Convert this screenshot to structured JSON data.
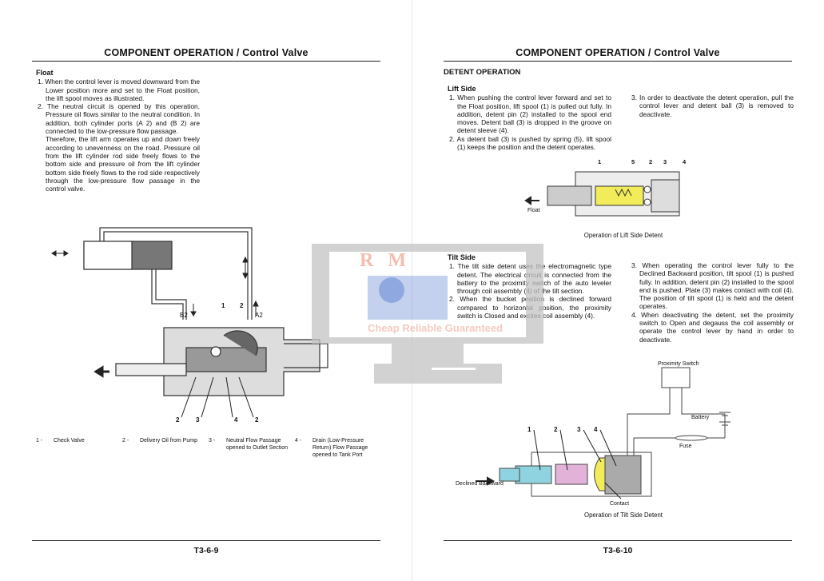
{
  "left_page": {
    "header": "COMPONENT OPERATION / Control Valve",
    "section": "Float",
    "items": [
      "1. When the control lever is moved downward from the Lower position more and set to the Float position, the lift spool moves as illustrated.",
      "2. The neutral circuit is opened by this operation. Pressure oil flows similar to the neutral condition. In addition, both cylinder ports (A 2) and (B 2) are connected to the low-pressure flow passage."
    ],
    "continuation": "Therefore, the lift arm operates up and down freely according to unevenness on the road. Pressure oil from the lift cylinder rod side freely flows to the bottom side and pressure oil from the lift cylinder bottom side freely flows to the rod side respectively through the low-pressure flow passage in the control valve.",
    "diagram_labels": {
      "b2": "B2",
      "a2": "A2",
      "l1": "1",
      "l2": "2",
      "b_2a": "2",
      "b_3": "3",
      "b_4": "4",
      "b_2b": "2"
    },
    "legend": [
      {
        "num": "1 -",
        "text": "Check Valve"
      },
      {
        "num": "2 -",
        "text": "Delivery Oil from Pump"
      },
      {
        "num": "3 -",
        "text": "Neutral Flow Passage opened to Outlet Section"
      },
      {
        "num": "4 -",
        "text": "Drain (Low-Pressure Return) Flow Passage opened to Tank Port"
      }
    ],
    "page_number": "T3-6-9"
  },
  "right_page": {
    "header": "COMPONENT OPERATION / Control Valve",
    "section": "DETENT OPERATION",
    "lift": {
      "title": "Lift Side",
      "items": [
        "1. When pushing the control lever forward and set to the Float position, lift spool (1) is pulled out fully. In addition, detent pin (2) installed to the spool end moves. Detent ball (3) is dropped in the groove on detent sleeve (4).",
        "2. As detent ball (3) is pushed by spring (5), lift spool (1) keeps the position and the detent operates."
      ],
      "items_right": [
        "3. In order to deactivate the detent operation, pull the control lever and detent ball (3) is removed to deactivate."
      ],
      "diagram_labels": {
        "n1": "1",
        "n5": "5",
        "n2": "2",
        "n3": "3",
        "n4": "4",
        "float": "Float"
      },
      "caption": "Operation of Lift Side Detent"
    },
    "tilt": {
      "title": "Tilt Side",
      "items": [
        "1. The tilt side detent uses the electromagnetic type detent. The electrical circuit is connected from the battery to the proximity switch of the auto leveler through coil assembly (4) of the tilt section.",
        "2. When the bucket position is declined forward compared to horizontal position, the proximity switch is Closed and excites coil assembly (4)."
      ],
      "items_right": [
        "3. When operating the control lever fully to the Declined Backward position, tilt spool (1) is pushed fully. In addition, detent pin (2) installed to the spool end is pushed. Plate (3) makes contact with coil (4). The position of tilt spool (1) is held and the detent operates.",
        "4. When deactivating the detent, set the proximity switch to Open and degauss the coil assembly or operate the control lever by hand in order to deactivate."
      ],
      "diagram_labels": {
        "proximity": "Proximity Switch",
        "battery": "Battery",
        "fuse": "Fuse",
        "contact": "Contact",
        "declined": "Declined Backward",
        "n1": "1",
        "n2": "2",
        "n3": "3",
        "n4": "4"
      },
      "caption": "Operation of Tilt Side Detent"
    },
    "page_number": "T3-6-10"
  },
  "watermark": {
    "logo": "R M",
    "tagline": "Cheap Reliable Guaranteed"
  },
  "colors": {
    "cyan": "#8fd3e0",
    "pink": "#e3b2d8",
    "yellow": "#f2ec5a",
    "watermark_gray": "#c4c4c4",
    "watermark_blue": "#6d8fd6"
  }
}
